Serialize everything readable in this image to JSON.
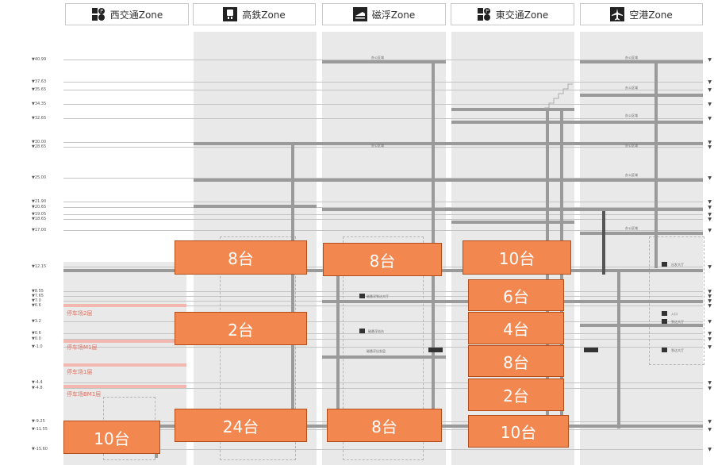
{
  "zones": [
    {
      "label": "西交通Zone",
      "icon": "parking-bus-icon"
    },
    {
      "label": "高鉄Zone",
      "icon": "train-icon"
    },
    {
      "label": "磁浮Zone",
      "icon": "maglev-icon"
    },
    {
      "label": "東交通Zone",
      "icon": "parking-bus-icon"
    },
    {
      "label": "空港Zone",
      "icon": "airplane-icon"
    }
  ],
  "levels": [
    "▼40.99",
    "▼37.63",
    "▼35.65",
    "▼34.35",
    "▼32.65",
    "▼30.00",
    "▼28.65",
    "▼25.00",
    "▼21.90",
    "▼20.65",
    "▼19.05",
    "▼18.65",
    "▼17.00",
    "▼12.15",
    "▼8.55",
    "▼7.65",
    "▼7.0",
    "▼6.6",
    "▼3.2",
    "▼0.6",
    "▼0.0",
    "▼-1.0",
    "▼-4.4",
    "▼-4.8",
    "▼-9.25",
    "▼-11.55",
    "▼-15.60"
  ],
  "parking_floors": [
    "停车场2层",
    "停车场M1层",
    "停车场1层",
    "停车场BM1层"
  ],
  "small_labels": [
    "办公区域",
    "办公区域",
    "办公区域",
    "办公区域",
    "办公区域",
    "办公区域",
    "办公区域",
    "办公区域",
    "办公区域",
    "办公区域"
  ],
  "maglev_labels": [
    "磁悬浮到达大厅",
    "磁悬浮站台",
    "磁悬浮出发层"
  ],
  "airport_labels": [
    "出发大厅",
    "入口",
    "到达大厅",
    "到达大厅"
  ],
  "counts": {
    "c1": "8台",
    "c2": "8台",
    "c3": "10台",
    "c4": "6台",
    "c5": "2台",
    "c6": "4台",
    "c7": "8台",
    "c8": "2台",
    "c9": "24台",
    "c10": "8台",
    "c11": "10台",
    "c12": "10台"
  }
}
